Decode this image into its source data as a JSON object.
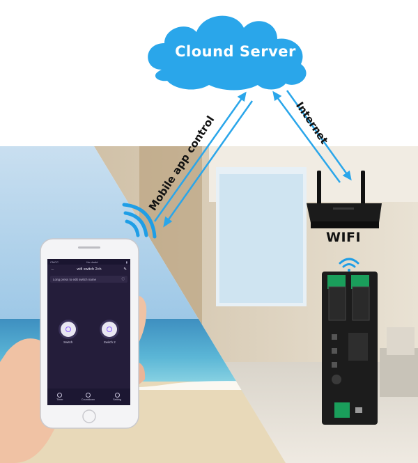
{
  "diagram": {
    "cloud_label": "Clound Server",
    "left_link_label": "Mobile app control",
    "right_link_label": "Internet",
    "router_label": "WIFI"
  },
  "phone_app": {
    "status_left": "CMCC",
    "status_center": "No doubt",
    "title": "wifi switch 2ch",
    "edit_hint": "Long press to edit switch name",
    "switches": [
      {
        "label": "Switch"
      },
      {
        "label": "Switch 2"
      }
    ],
    "tabs": [
      {
        "label": "Timer"
      },
      {
        "label": "Countdown"
      },
      {
        "label": "Setting"
      }
    ]
  },
  "colors": {
    "cloud": "#2aa6ea",
    "arrow": "#2aa6ea",
    "wifi_signal": "#1f9ee6",
    "app_bg": "#241d3a"
  }
}
